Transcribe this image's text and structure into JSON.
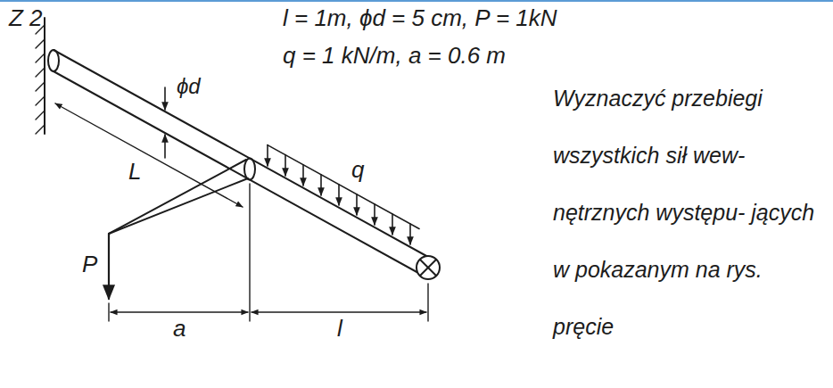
{
  "diagram": {
    "labels": [
      "Z 2",
      "l = 1m, ϕd = 5 cm, P = 1kN",
      "q = 1 kN/m, a = 0.6 m",
      "ϕd",
      "L",
      "q",
      "P",
      "a",
      "l",
      "Wyznaczyć przebiegi wszystkich sił wew- nętrznych występu- jących w pokazanym na rys. pręcie"
    ]
  }
}
